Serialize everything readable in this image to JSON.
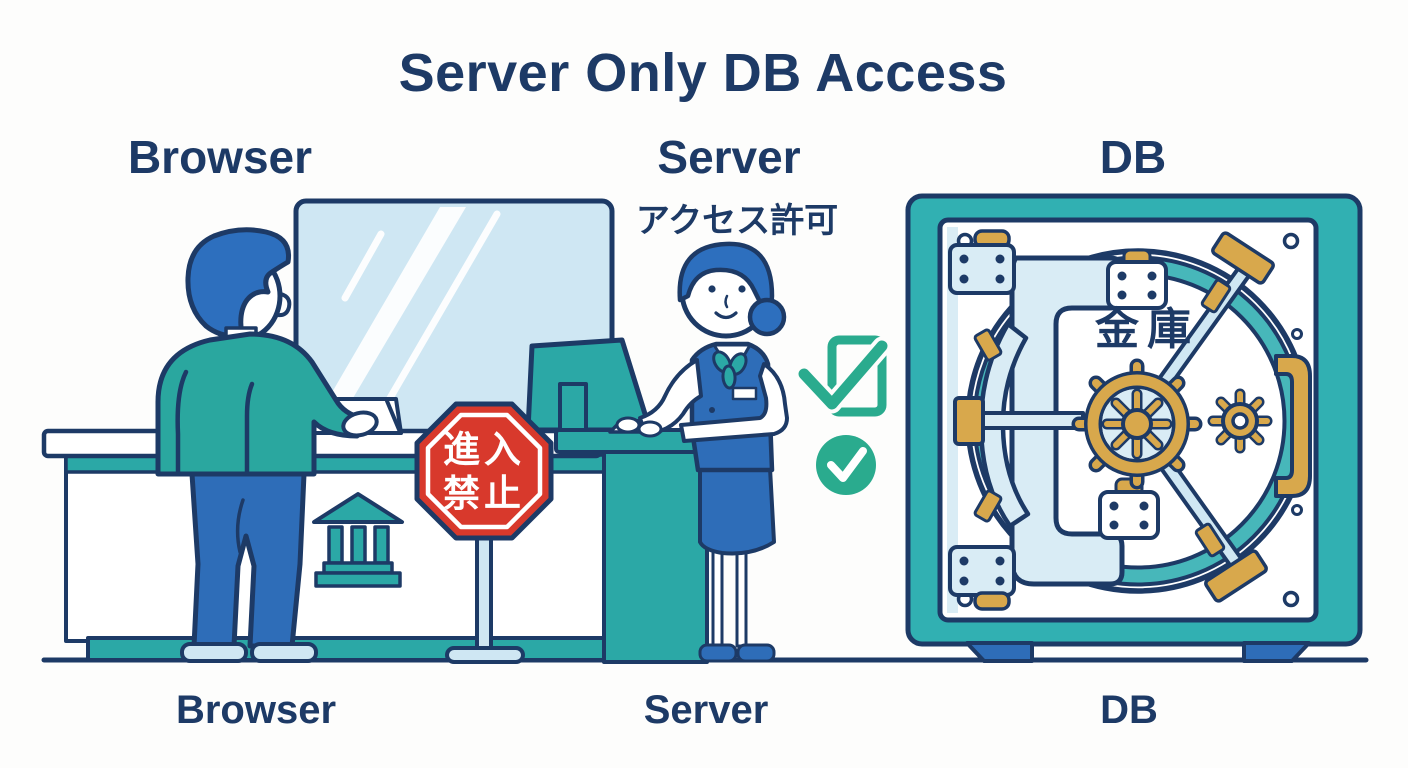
{
  "title": "Server Only DB Access",
  "columns": {
    "browser": {
      "top_label": "Browser",
      "bottom_label": "Browser"
    },
    "server": {
      "top_label": "Server",
      "bottom_label": "Server",
      "annotation": "アクセス許可"
    },
    "db": {
      "top_label": "DB",
      "bottom_label": "DB"
    }
  },
  "illustration": {
    "stop_sign": {
      "line1": "進入",
      "line2": "禁止"
    },
    "vault_label": "金庫",
    "icons": [
      "bank-icon",
      "glass-partition",
      "tablet-icon",
      "monitor-icon",
      "checkbox-check-icon",
      "circle-check-icon",
      "vault-wheel-icon",
      "gear-icon",
      "vault-handle-icon",
      "hinge-icon"
    ]
  },
  "colors": {
    "navy": "#1d3a66",
    "teal": "#2ba8a6",
    "blue": "#2e6db8",
    "light_blue": "#cfe7f3",
    "red": "#d8392c",
    "green": "#2aab8e",
    "gold": "#d8a84c",
    "background": "#fdfdfc"
  }
}
